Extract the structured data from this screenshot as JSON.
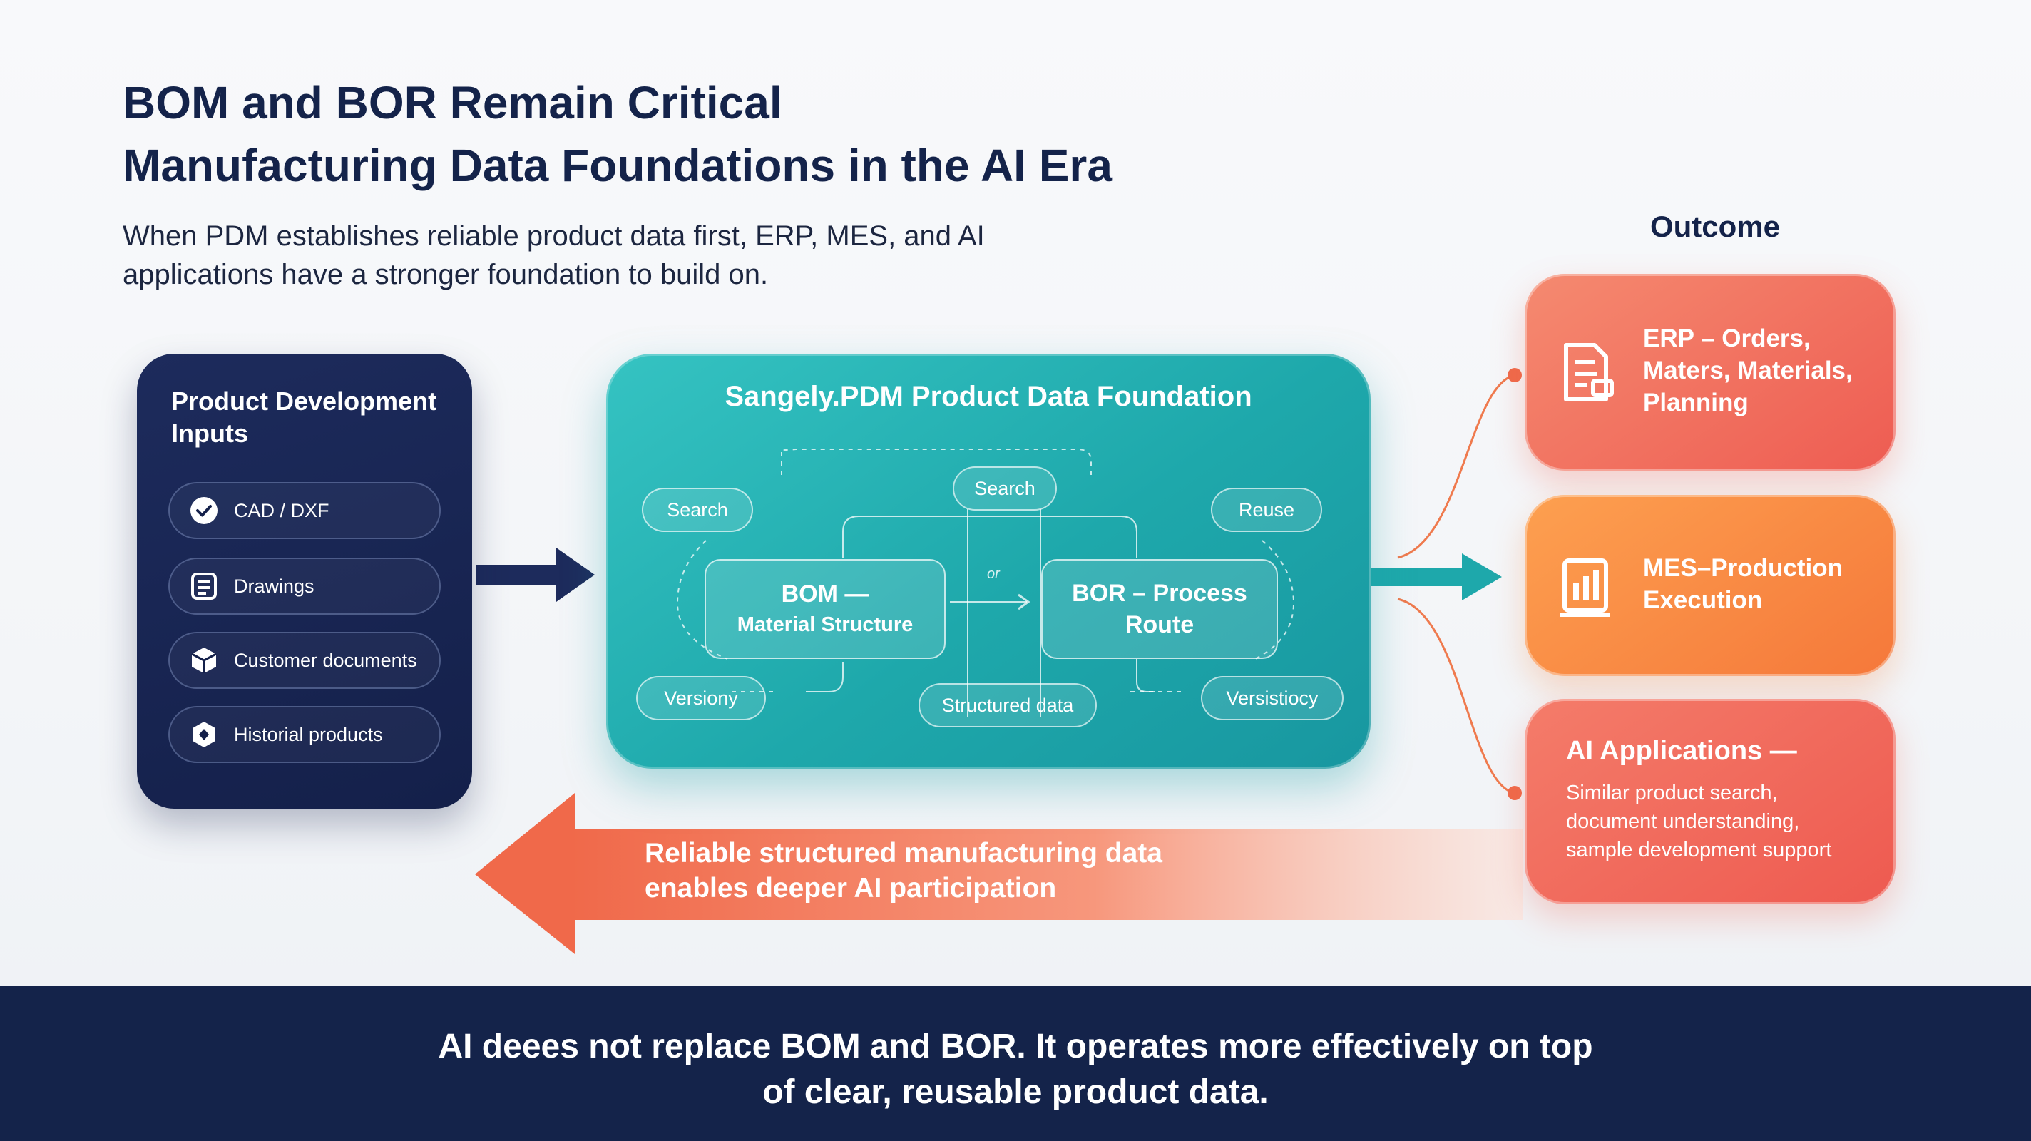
{
  "header": {
    "title_lines": [
      "BOM and BOR Remain Critical",
      "Manufacturing Data Foundations in the AI Era"
    ],
    "subtitle_lines": [
      "When PDM establishes reliable product data first, ERP, MES, and AI",
      "applications have a stronger foundation to build on."
    ]
  },
  "outcome_label": "Outcome",
  "inputs": {
    "title_lines": [
      "Product Development",
      "Inputs"
    ],
    "items": [
      {
        "label": "CAD / DXF",
        "icon": "check-circle-icon"
      },
      {
        "label": "Drawings",
        "icon": "document-list-icon"
      },
      {
        "label": "Customer documents",
        "icon": "package-box-icon"
      },
      {
        "label": "Historial products",
        "icon": "hexagon-history-icon"
      }
    ]
  },
  "foundation": {
    "title": "Sangely.PDM Product Data Foundation",
    "tags": {
      "search_left": "Search",
      "search_top": "Search",
      "reuse": "Reuse",
      "versioning_left": "Versiony",
      "structured_data": "Structured data",
      "versioning_right": "Versistiocy"
    },
    "connector_mark": "or",
    "bom": {
      "line1": "BOM —",
      "line2": "Material Structure"
    },
    "bor": {
      "line1": "BOR – Process",
      "line2": "Route"
    }
  },
  "outcomes": {
    "erp": {
      "lines": [
        "ERP – Orders,",
        "Maters, Materials,",
        "Planning"
      ],
      "icon": "document-form-icon"
    },
    "mes": {
      "lines": [
        "MES–Production",
        "Execution"
      ],
      "icon": "production-report-icon"
    },
    "ai": {
      "title": "AI Applications —",
      "desc_lines": [
        "Similar product search,",
        "document understanding,",
        "sample development support"
      ]
    }
  },
  "feedback": {
    "lines": [
      "Reliable structured manufacturing data",
      "enables deeper AI participation"
    ]
  },
  "footer": {
    "lines": [
      "AI deees not replace BOM and BOR. It operates more effectively on top",
      "of clear, reusable product data."
    ]
  },
  "colors": {
    "navy": "#14234a",
    "teal": "#1ea8ab",
    "coral": "#ee5c52",
    "orange": "#f5783a",
    "feedback_arrow": "#f0694a"
  }
}
